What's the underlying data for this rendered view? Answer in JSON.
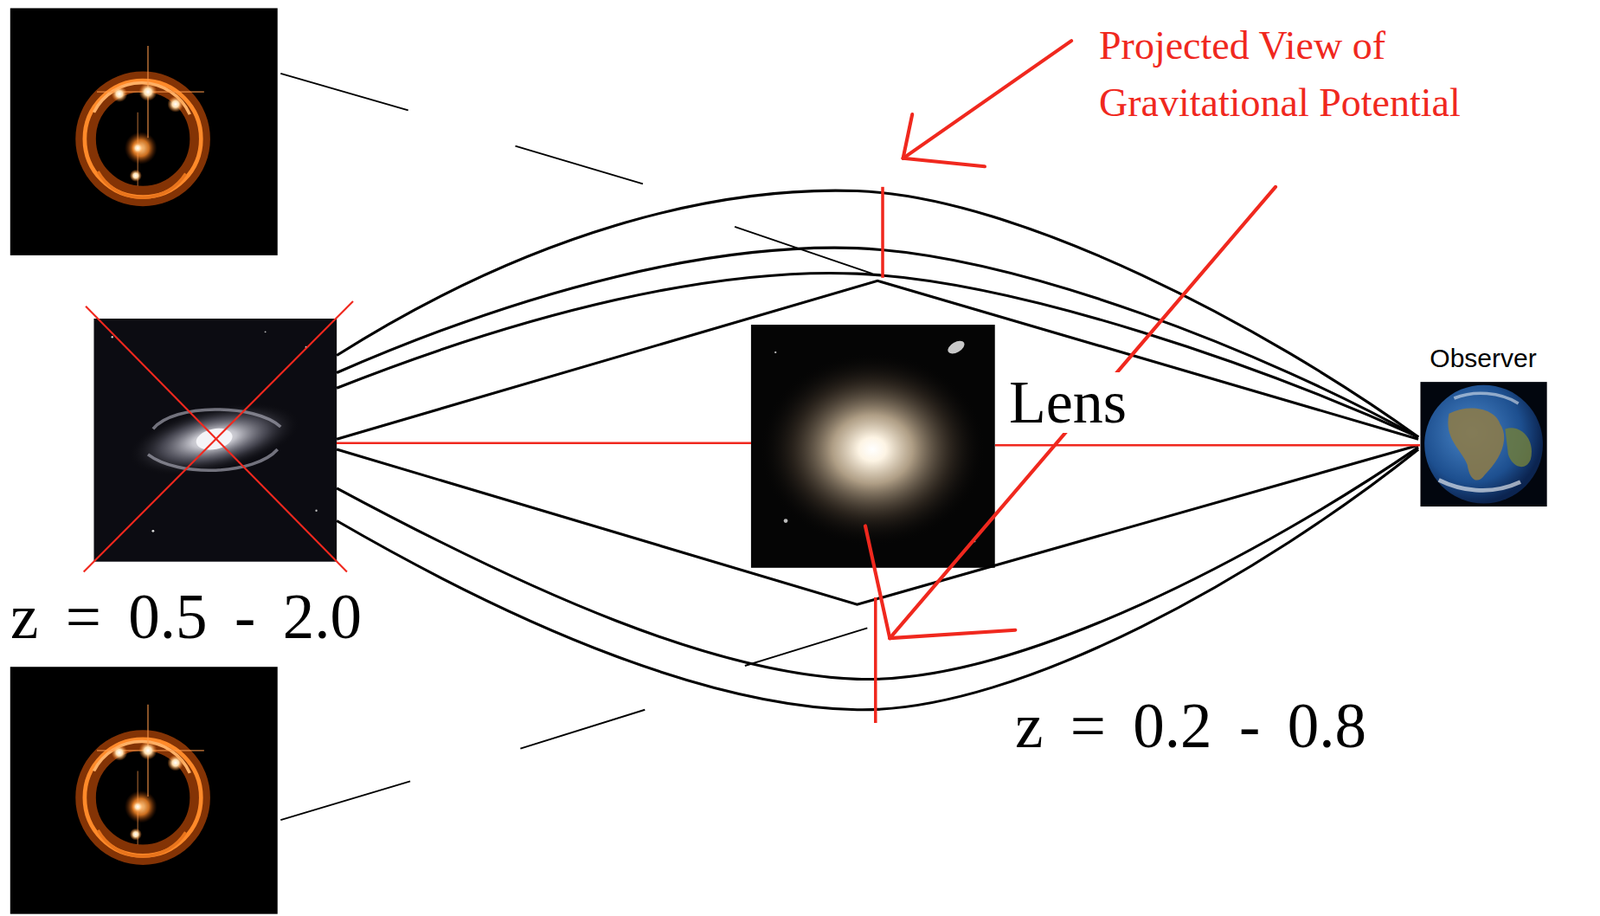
{
  "diagram": {
    "nodes": [
      {
        "text": [
          "z = 0.5 - 2.0"
        ]
      },
      {
        "text": [
          "Lens"
        ]
      },
      {
        "text": [
          "Observer"
        ]
      }
    ],
    "edges": [
      {
        "from": 0,
        "to": 1,
        "arrow": "none"
      },
      {
        "from": 1,
        "to": 2,
        "arrow": "none"
      }
    ],
    "labels": [
      "Projected View of Gravitational Potential",
      "z = 0.2 - 0.8"
    ]
  }
}
